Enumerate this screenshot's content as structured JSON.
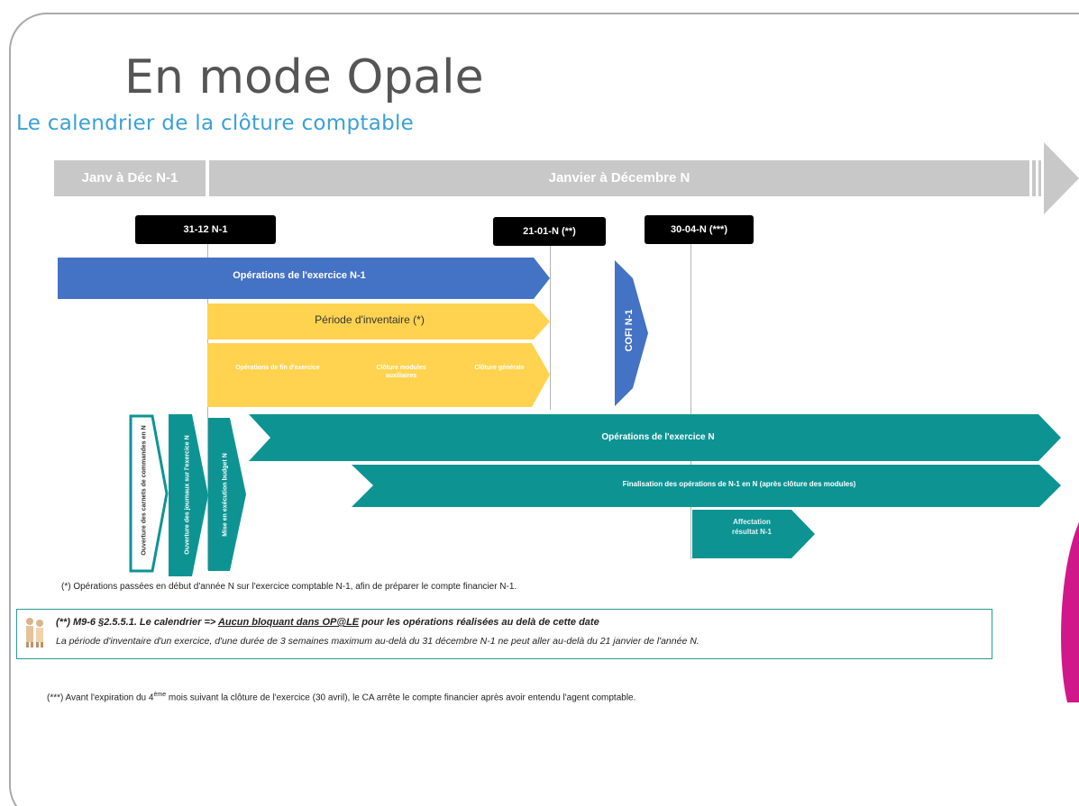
{
  "title": "En mode Opale",
  "subtitle": "Le calendrier de la clôture comptable",
  "timeline": {
    "left": "Janv à Déc N-1",
    "right": "Janvier à Décembre N"
  },
  "dates": {
    "d1": "31-12 N-1",
    "d2": "21-01-N (**)",
    "d3": "30-04-N (***)"
  },
  "arrows": {
    "ops_n1": "Opérations de l'exercice N-1",
    "inventaire": "Période d'inventaire (*)",
    "sub1": "Opérations de fin d'exercice",
    "sub2": "Clôture modules auxiliaires",
    "sub3": "Clôture générale",
    "cofi": "COFI N-1",
    "vert1": "Ouverture des carnets de commandes en N",
    "vert2": "Ouverture des journaux sur l'exercice N",
    "vert3": "Mise en exécution budget N",
    "ops_n": "Opérations de l'exercice N",
    "finalisation": "Finalisation des opérations de N-1 en N (après clôture des modules)",
    "affectation": "Affectation résultat N-1"
  },
  "notes": {
    "note1": "(*) Opérations passées en début d'année N sur l'exercice comptable N-1, afin de préparer le compte financier N-1.",
    "legal_prefix": "(**) M9-6 §2.5.5.1. Le calendrier => ",
    "legal_underlined": "Aucun bloquant dans OP@LE",
    "legal_suffix": " pour les opérations réalisées au delà de cette date",
    "legal_line2": "La période d'inventaire d'un exercice, d'une durée de 3 semaines maximum au-delà du 31 décembre N-1 ne peut aller au-delà du 21 janvier de l'année N.",
    "note3_part1": "(***) Avant l'expiration du 4",
    "note3_sup": "ème",
    "note3_part2": " mois suivant la clôture de l'exercice (30 avril), le CA arrête le compte financier après avoir entendu l'agent comptable."
  },
  "colors": {
    "blue": "#4472c4",
    "yellow": "#ffd34f",
    "teal": "#0e9393",
    "grey": "#c8c8c8",
    "title": "#555555",
    "subtitle": "#3aa0d8",
    "magenta": "#d1188a"
  },
  "icons": {
    "legal": "people-icon"
  }
}
